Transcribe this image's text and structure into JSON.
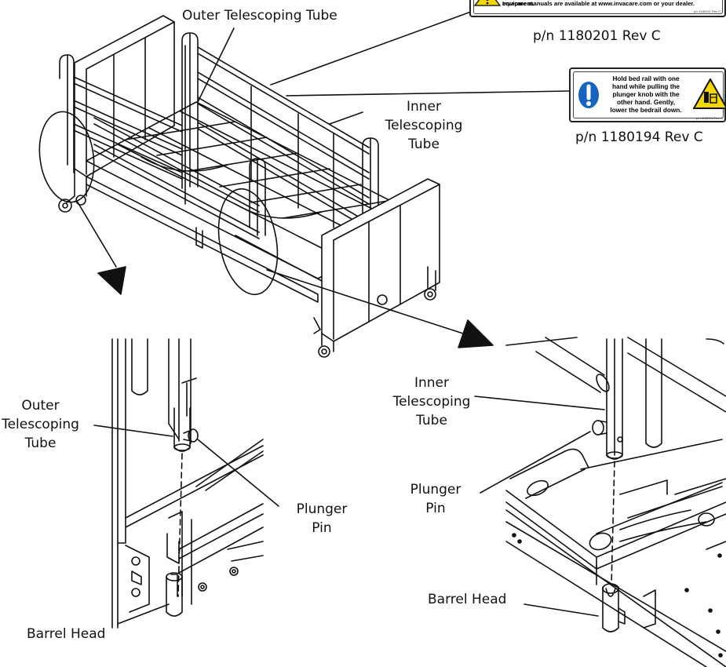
{
  "labels": {
    "outer_top": "Outer Telescoping Tube",
    "inner_top": [
      "Inner",
      "Telescoping",
      "Tube"
    ],
    "outer_detail": [
      "Outer",
      "Telescoping",
      "Tube"
    ],
    "plunger_left": [
      "Plunger",
      "Pin"
    ],
    "barrel_left": "Barrel Head",
    "inner_detail": [
      "Inner",
      "Telescoping",
      "Tube"
    ],
    "plunger_right": [
      "Plunger",
      "Pin"
    ],
    "barrel_right": "Barrel Head"
  },
  "decal_top": {
    "text": [
      "frequently. Read and understand the User Manual prior to using this equipment.",
      "Invacare manuals are available at www.invacare.com or your dealer."
    ],
    "small_pn": "p/n 1180201 Rev C",
    "part_number": "p/n 1180201 Rev C"
  },
  "decal_bottom": {
    "text": [
      "Hold bed rail with one",
      "hand while pulling the",
      "plunger knob with the",
      "other hand.  Gently,",
      "lower the bedrail down."
    ],
    "small_pn": "p/n 1180194 Rev C",
    "part_number": "p/n 1180194 Rev C"
  },
  "icons": [
    "warning-triangle-icon",
    "info-exclamation-icon",
    "bedrail-warning-icon"
  ],
  "colors": {
    "line": "#111111",
    "decal_yellow": "#f5d800",
    "info_blue": "#1565c0"
  }
}
